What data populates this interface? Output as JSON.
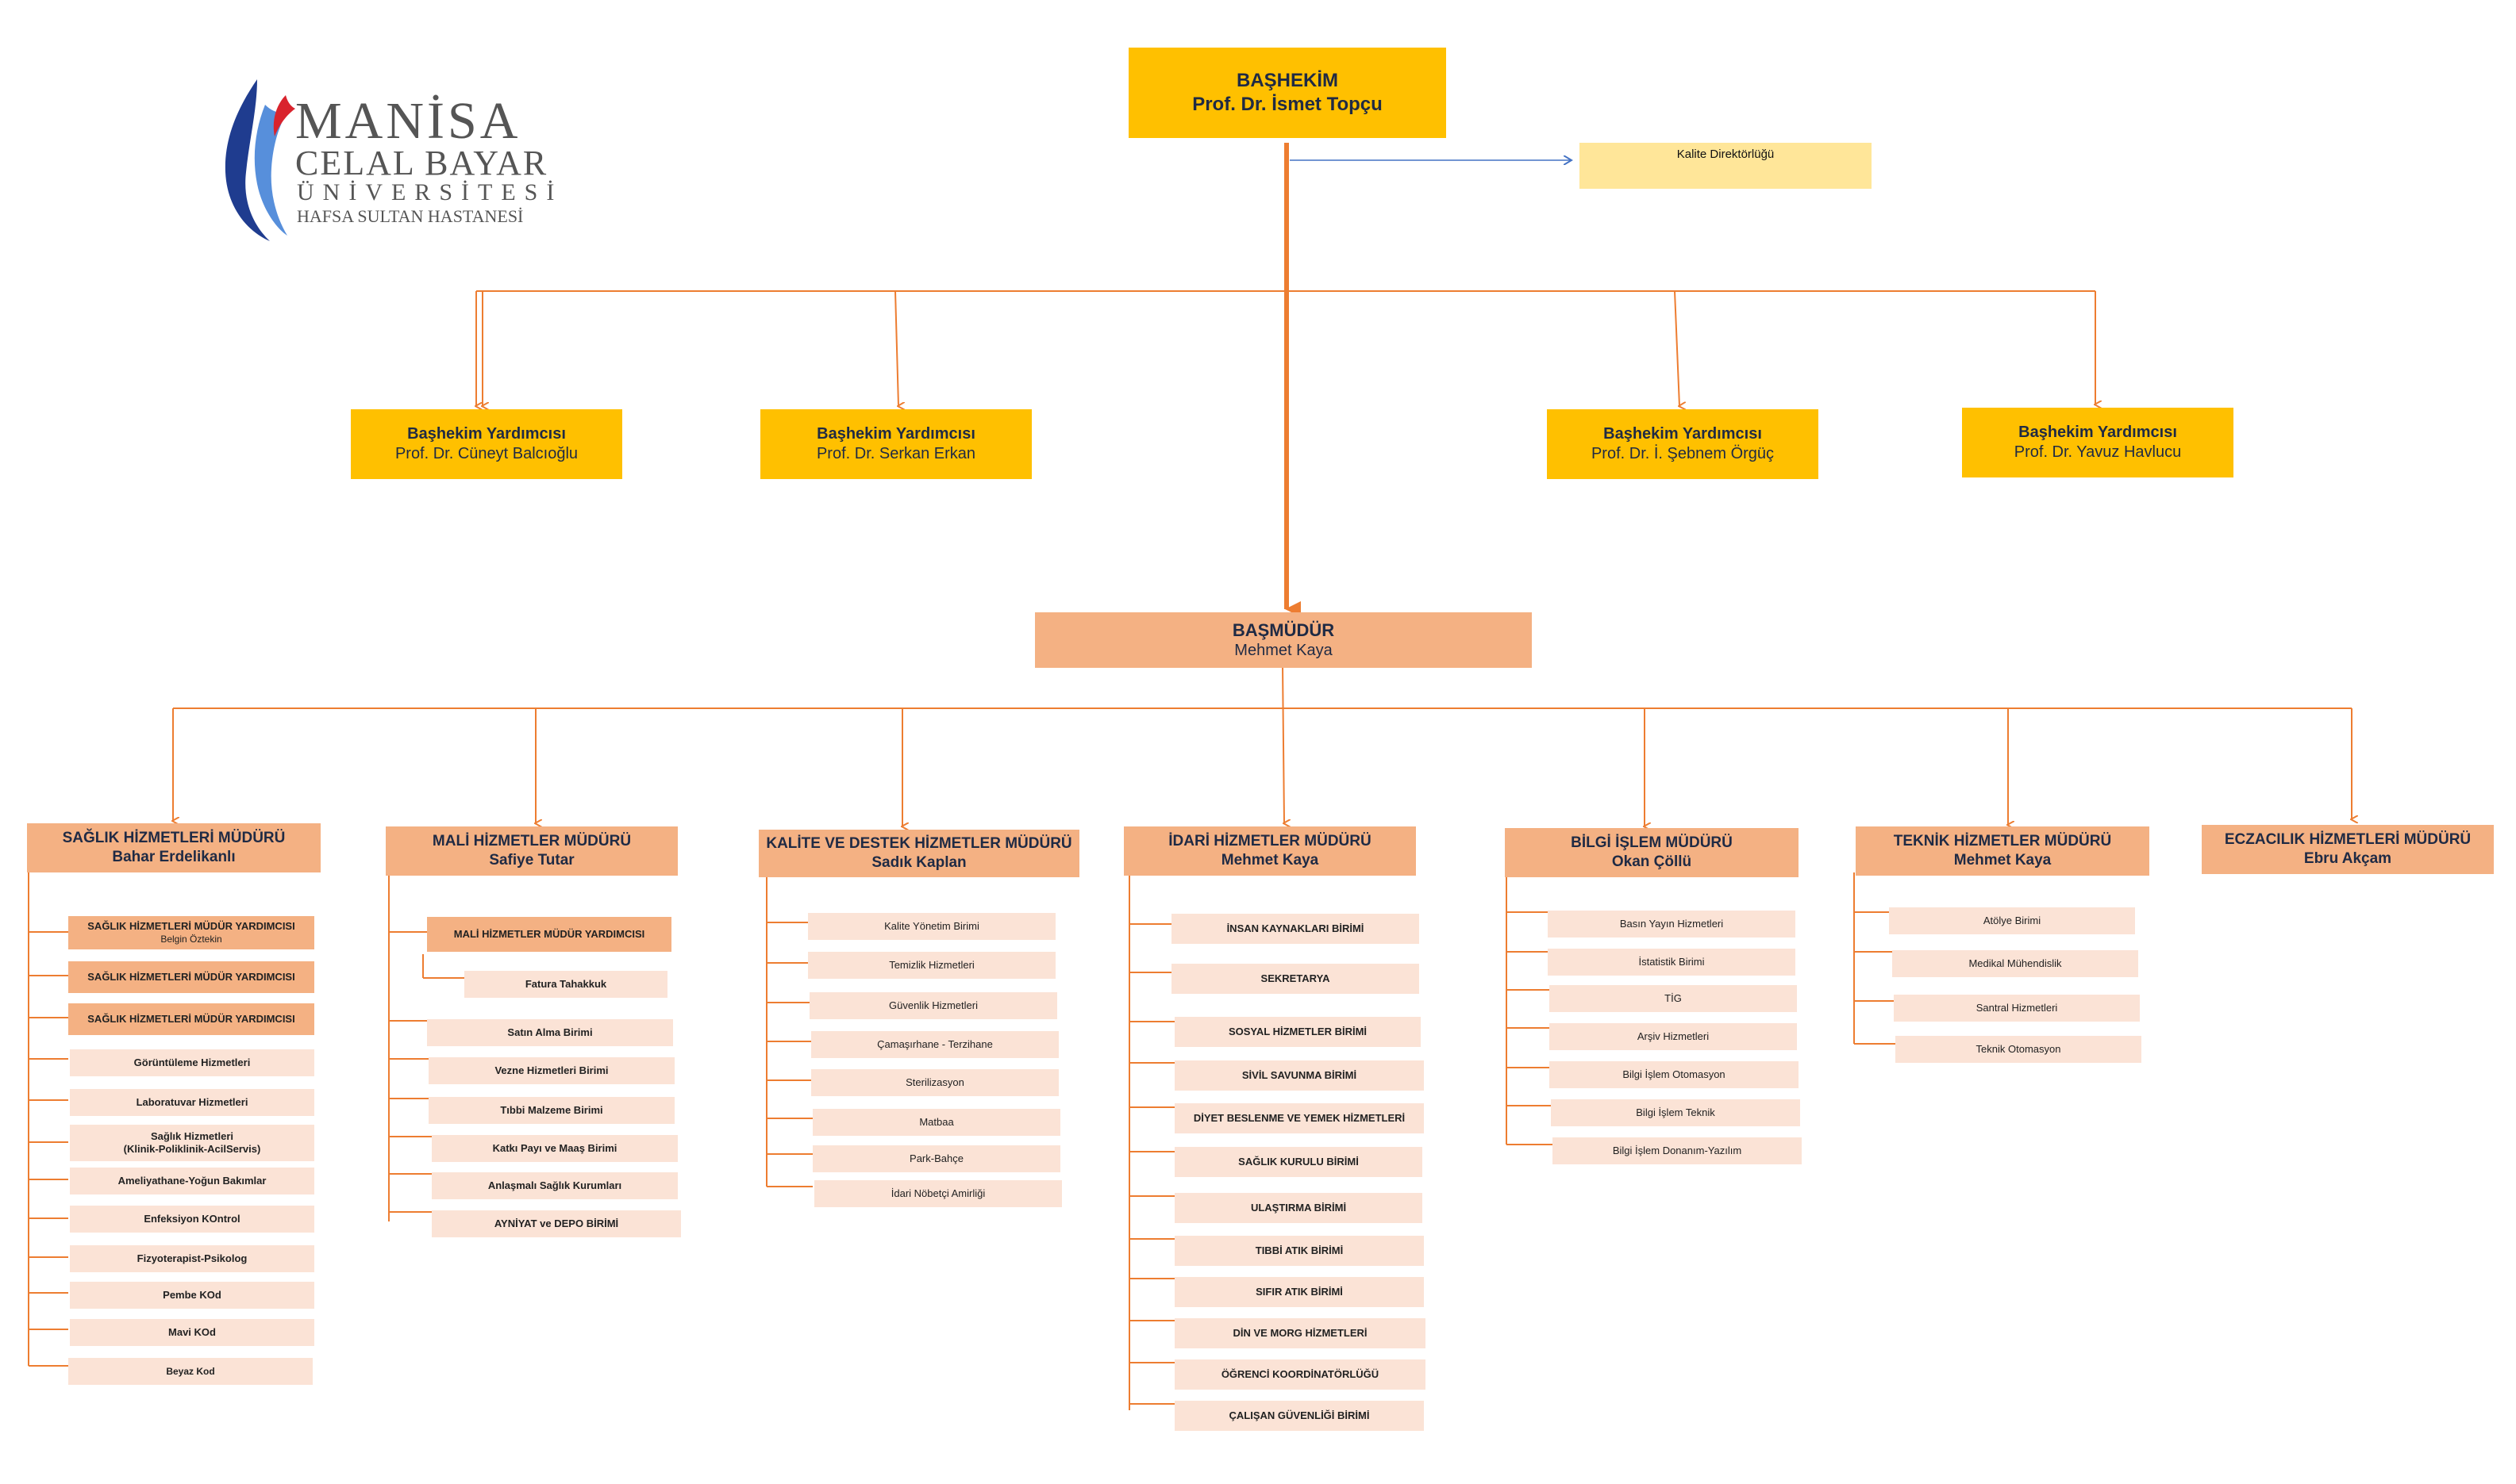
{
  "logo": {
    "line1": "MANİSA",
    "line2": "CELAL BAYAR",
    "line3": "ÜNİVERSİTESİ",
    "line4": "HAFSA SULTAN HASTANESİ"
  },
  "basHekim": {
    "title": "BAŞHEKİM",
    "name": "Prof. Dr. İsmet Topçu"
  },
  "kalite": "Kalite Direktörlüğü",
  "yardimcilar": [
    {
      "title": "Başhekim Yardımcısı",
      "name": "Prof. Dr. Cüneyt Balcıoğlu"
    },
    {
      "title": "Başhekim Yardımcısı",
      "name": "Prof. Dr. Serkan Erkan"
    },
    {
      "title": "Başhekim Yardımcısı",
      "name": "Prof. Dr. İ. Şebnem Örgüç"
    },
    {
      "title": "Başhekim Yardımcısı",
      "name": "Prof. Dr. Yavuz Havlucu"
    }
  ],
  "basMudur": {
    "title": "BAŞMÜDÜR",
    "name": "Mehmet Kaya"
  },
  "mudurler": [
    {
      "title": "SAĞLIK HİZMETLERİ MÜDÜRÜ",
      "name": "Bahar Erdelikanlı",
      "assistants": [
        {
          "title": "SAĞLIK HİZMETLERİ MÜDÜR YARDIMCISI",
          "name": "Belgin Öztekin"
        },
        {
          "title": "SAĞLIK HİZMETLERİ MÜDÜR YARDIMCISI",
          "name": ""
        },
        {
          "title": "SAĞLIK HİZMETLERİ MÜDÜR YARDIMCISI",
          "name": ""
        }
      ],
      "items": [
        "Görüntüleme Hizmetleri",
        "Laboratuvar Hizmetleri",
        "Sağlık Hizmetleri\n(Klinik-Poliklinik-AcilServis)",
        "Ameliyathane-Yoğun Bakımlar",
        "Enfeksiyon KOntrol",
        "Fizyoterapist-Psikolog",
        "Pembe KOd",
        "Mavi KOd",
        "Beyaz Kod"
      ]
    },
    {
      "title": "MALİ HİZMETLER MÜDÜRÜ",
      "name": "Safiye Tutar",
      "assistant": "MALİ HİZMETLER MÜDÜR YARDIMCISI",
      "subItem": "Fatura Tahakkuk",
      "items": [
        "Satın Alma Birimi",
        "Vezne Hizmetleri Birimi",
        "Tıbbi Malzeme Birimi",
        "Katkı Payı ve Maaş Birimi",
        "Anlaşmalı Sağlık Kurumları",
        "AYNİYAT ve DEPO BİRİMİ"
      ]
    },
    {
      "title": "KALİTE VE DESTEK HİZMETLER MÜDÜRÜ",
      "name": "Sadık Kaplan",
      "items": [
        "Kalite Yönetim Birimi",
        "Temizlik Hizmetleri",
        "Güvenlik Hizmetleri",
        "Çamaşırhane - Terzihane",
        "Sterilizasyon",
        "Matbaa",
        "Park-Bahçe",
        "İdari Nöbetçi Amirliği"
      ]
    },
    {
      "title": "İDARİ HİZMETLER MÜDÜRÜ",
      "name": "Mehmet Kaya",
      "items": [
        "İNSAN KAYNAKLARI BİRİMİ",
        "SEKRETARYA",
        "SOSYAL HİZMETLER BİRİMİ",
        "SİVİL SAVUNMA BİRİMİ",
        "DİYET BESLENME VE YEMEK HİZMETLERİ",
        "SAĞLIK KURULU BİRİMİ",
        "ULAŞTIRMA BİRİMİ",
        "TIBBİ ATIK BİRİMİ",
        "SIFIR ATIK BİRİMİ",
        "DİN VE MORG HİZMETLERİ",
        "ÖĞRENCİ KOORDİNATÖRLÜĞÜ",
        "ÇALIŞAN GÜVENLİĞİ BİRİMİ"
      ]
    },
    {
      "title": "BİLGİ İŞLEM MÜDÜRÜ",
      "name": "Okan Çöllü",
      "items": [
        "Basın Yayın Hizmetleri",
        "İstatistik Birimi",
        "TİG",
        "Arşiv Hizmetleri",
        "Bilgi İşlem Otomasyon",
        "Bilgi İşlem Teknik",
        "Bilgi İşlem Donanım-Yazılım"
      ]
    },
    {
      "title": "TEKNİK HİZMETLER MÜDÜRÜ",
      "name": "Mehmet Kaya",
      "items": [
        "Atölye Birimi",
        "Medikal Mühendislik",
        "Santral Hizmetleri",
        "Teknik Otomasyon"
      ]
    },
    {
      "title": "ECZACILIK HİZMETLERİ MÜDÜRÜ",
      "name": "Ebru Akçam",
      "items": []
    }
  ],
  "colors": {
    "yellow": "#ffc000",
    "lightYellow": "#ffe699",
    "orange": "#f4b183",
    "peach": "#fbe3d6",
    "line": "#ed7d31",
    "blueArrow": "#4472c4"
  }
}
